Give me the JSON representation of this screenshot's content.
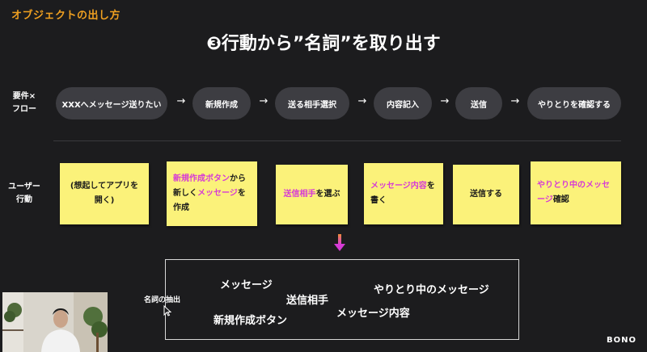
{
  "header": {
    "section_title": "オブジェクトの出し方",
    "slide_title": "❸行動から”名詞”を取り出す"
  },
  "flow_row": {
    "label_line1": "要件×",
    "label_line2": "フロー",
    "steps": [
      "XXXへメッセージ送りたい",
      "新規作成",
      "送る相手選択",
      "内容記入",
      "送信",
      "やりとりを確認する"
    ],
    "arrow": "→"
  },
  "action_row": {
    "label_line1": "ユーザー",
    "label_line2": "行動",
    "notes": [
      {
        "parts": [
          {
            "text": "(想起してアプリを開く)",
            "hl": false
          }
        ]
      },
      {
        "parts": [
          {
            "text": "新規作成ボタン",
            "hl": true
          },
          {
            "text": "から新しく",
            "hl": false
          },
          {
            "text": "メッセージ",
            "hl": true
          },
          {
            "text": "を作成",
            "hl": false
          }
        ]
      },
      {
        "parts": [
          {
            "text": "送信相手",
            "hl": true
          },
          {
            "text": "を選ぶ",
            "hl": false
          }
        ]
      },
      {
        "parts": [
          {
            "text": "メッセージ内容",
            "hl": true
          },
          {
            "text": "を書く",
            "hl": false
          }
        ]
      },
      {
        "parts": [
          {
            "text": "送信する",
            "hl": false
          }
        ]
      },
      {
        "parts": [
          {
            "text": "やりとり中のメッセージ",
            "hl": true
          },
          {
            "text": "確認",
            "hl": false
          }
        ]
      }
    ]
  },
  "extraction": {
    "label": "名詞の抽出",
    "nouns": [
      "メッセージ",
      "送信相手",
      "やりとり中のメッセージ",
      "新規作成ボタン",
      "メッセージ内容"
    ]
  },
  "brand": "BONO",
  "colors": {
    "background": "#1c1c1e",
    "accent_orange": "#f0a020",
    "sticky_yellow": "#fbf27a",
    "highlight_magenta": "#d63ad6",
    "pill_gray": "#3d3d42"
  }
}
